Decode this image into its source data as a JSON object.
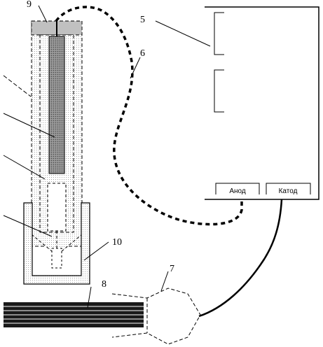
{
  "labels": {
    "item5": "5",
    "item6": "6",
    "item7": "7",
    "item8": "8",
    "item9": "9",
    "item10": "10",
    "anode": "Анод",
    "cathode": "Катод"
  },
  "colors": {
    "line": "#000000",
    "stipple": "#8c8c8c",
    "rod": "#6e6e6e",
    "background": "#ffffff"
  }
}
